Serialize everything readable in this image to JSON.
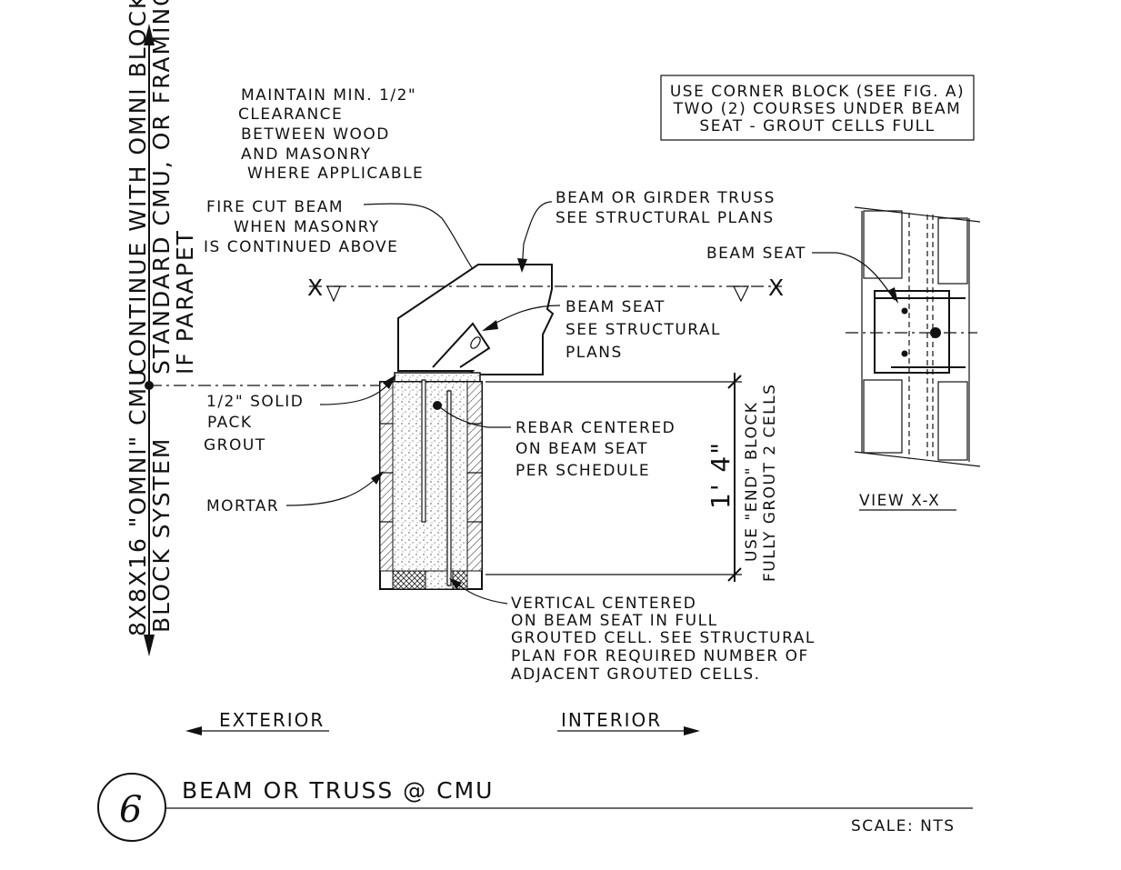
{
  "notes": {
    "clearance": [
      "MAINTAIN MIN. 1/2\"",
      "CLEARANCE",
      "BETWEEN WOOD",
      "AND MASONRY",
      "WHERE APPLICABLE"
    ],
    "corner_block": [
      "USE CORNER BLOCK (SEE FIG. A)",
      "TWO (2) COURSES UNDER BEAM",
      "SEAT - GROUT CELLS FULL"
    ],
    "fire_cut": [
      "FIRE CUT BEAM",
      "WHEN MASONRY",
      "IS CONTINUED ABOVE"
    ],
    "beam_truss": [
      "BEAM OR GIRDER TRUSS",
      "SEE STRUCTURAL PLANS"
    ],
    "beam_seat_view": "BEAM SEAT",
    "beam_seat": [
      "BEAM SEAT",
      "SEE STRUCTURAL",
      "PLANS"
    ],
    "solid_pack": [
      "1/2\" SOLID",
      "PACK",
      "GROUT"
    ],
    "rebar": [
      "REBAR CENTERED",
      "ON BEAM SEAT",
      "PER SCHEDULE"
    ],
    "mortar": "MORTAR",
    "vertical": [
      "VERTICAL CENTERED",
      "ON BEAM SEAT IN FULL",
      "GROUTED CELL. SEE STRUCTURAL",
      "PLAN FOR REQUIRED NUMBER OF",
      "ADJACENT GROUTED CELLS."
    ],
    "dimension": "1' 4\"",
    "end_block": [
      "USE \"END\" BLOCK",
      "FULLY GROUT 2 CELLS"
    ],
    "view_label": "VIEW  X-X",
    "continue_above": [
      "CONTINUE WITH OMNI BLOCK OR",
      "STANDARD CMU, OR FRAMING",
      "IF PARAPET"
    ],
    "omni_below": [
      "8X8X16 \"OMNI\" CMU",
      "BLOCK SYSTEM"
    ],
    "exterior": "EXTERIOR",
    "interior": "INTERIOR",
    "section_marker_x": "X"
  },
  "title": {
    "number": "6",
    "name": "BEAM OR TRUSS @ CMU",
    "scale": "SCALE: NTS"
  }
}
